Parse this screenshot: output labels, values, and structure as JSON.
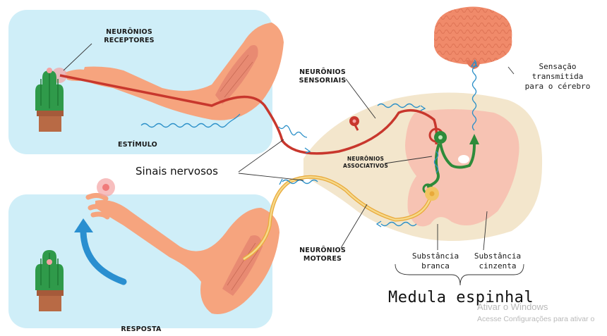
{
  "labels": {
    "receptors": [
      "NEURÔNIOS",
      "RECEPTORES"
    ],
    "stimulus": "ESTÍMULO",
    "response": "RESPOSTA",
    "nerve_signals": "Sinais nervosos",
    "sensory": [
      "NEURÔNIOS",
      "SENSORIAIS"
    ],
    "associative": [
      "NEURÔNIOS",
      "ASSOCIATIVOS"
    ],
    "motor": [
      "NEURÔNIOS",
      "MOTORES"
    ],
    "sensation": [
      "Sensação",
      "transmitida",
      "para o cérebro"
    ],
    "white_matter": [
      "Substância",
      "branca"
    ],
    "gray_matter": [
      "Substância",
      "cinzenta"
    ],
    "spinal_cord": "Medula espinhal"
  },
  "watermark": {
    "line1": "Ativar o Windows",
    "line2": "Acesse Configurações para ativar o"
  },
  "colors": {
    "panel": "#cfeef8",
    "skin": "#f6a47e",
    "muscle": "#e88a72",
    "sensory_neuron": "#c8372d",
    "motor_neuron": "#f2c463",
    "associative_neuron": "#2e8b3a",
    "signal": "#2a8fc8",
    "white_matter": "#f3e6cc",
    "gray_matter": "#f7c3b3",
    "brain": "#f08a6a",
    "arrow": "#2a8fd0",
    "cactus": "#2f9a4a",
    "pot": "#b86a45"
  }
}
